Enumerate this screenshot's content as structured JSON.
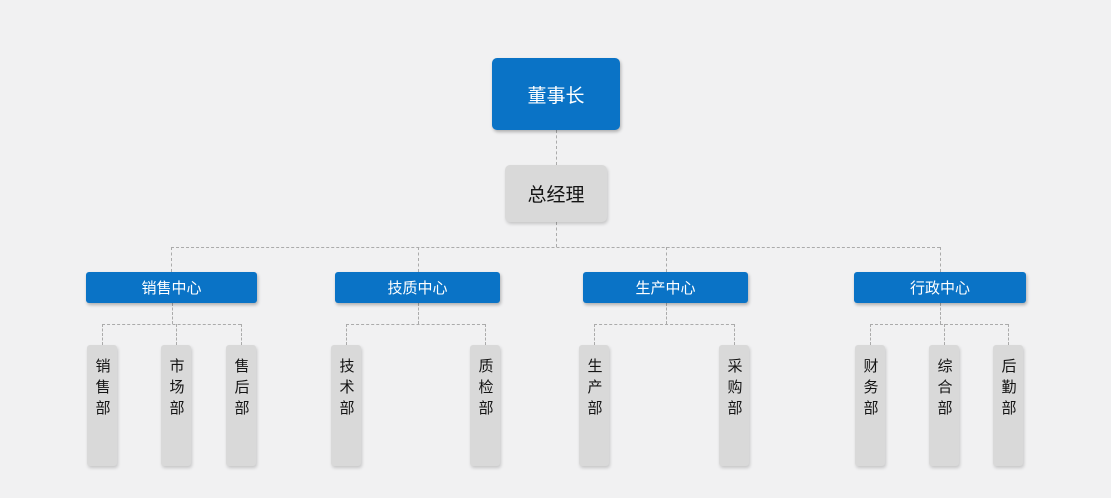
{
  "colors": {
    "primary_blue": "#0a73c6",
    "node_gray": "#d9d9d9",
    "background": "#f1f1f2",
    "connector": "#ababab",
    "text_on_blue": "#ffffff",
    "text_on_gray": "#141414"
  },
  "org": {
    "chairman": {
      "label": "董事长"
    },
    "general_manager": {
      "label": "总经理"
    },
    "centers": [
      {
        "label": "销售中心",
        "departments": [
          {
            "label": "销售部"
          },
          {
            "label": "市场部"
          },
          {
            "label": "售后部"
          }
        ]
      },
      {
        "label": "技质中心",
        "departments": [
          {
            "label": "技术部"
          },
          {
            "label": "质检部"
          }
        ]
      },
      {
        "label": "生产中心",
        "departments": [
          {
            "label": "生产部"
          },
          {
            "label": "采购部"
          }
        ]
      },
      {
        "label": "行政中心",
        "departments": [
          {
            "label": "财务部"
          },
          {
            "label": "综合部"
          },
          {
            "label": "后勤部"
          }
        ]
      }
    ]
  }
}
